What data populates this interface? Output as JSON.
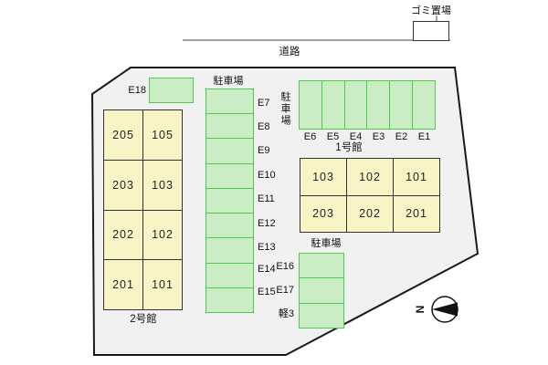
{
  "colors": {
    "parking_fill": "#cbedc6",
    "parking_border": "#4ec94e",
    "room_fill": "#f9f4c6",
    "room_border": "#333333",
    "site_fill": "#f1f1f1",
    "site_border": "#1a1a1a"
  },
  "road": {
    "label": "道路"
  },
  "garbage_area": {
    "label": "ゴミ置場"
  },
  "parking_e18": {
    "label": "E18"
  },
  "parking_center": {
    "label": "駐車場",
    "spaces": [
      "E7",
      "E8",
      "E9",
      "E10",
      "E11",
      "E12",
      "E13",
      "E14",
      "E15"
    ]
  },
  "parking_north": {
    "label": "駐車場",
    "spaces": [
      "E6",
      "E5",
      "E4",
      "E3",
      "E2",
      "E1"
    ]
  },
  "parking_south": {
    "label": "駐車場",
    "spaces": [
      "E16",
      "E17",
      "軽3"
    ]
  },
  "building1": {
    "label": "1号館",
    "rooms": [
      [
        "103",
        "102",
        "101"
      ],
      [
        "203",
        "202",
        "201"
      ]
    ]
  },
  "building2": {
    "label": "2号館",
    "rooms": [
      [
        "205",
        "105"
      ],
      [
        "203",
        "103"
      ],
      [
        "202",
        "102"
      ],
      [
        "201",
        "101"
      ]
    ]
  },
  "compass": {
    "label": "N",
    "icon": "north-arrow-icon"
  }
}
